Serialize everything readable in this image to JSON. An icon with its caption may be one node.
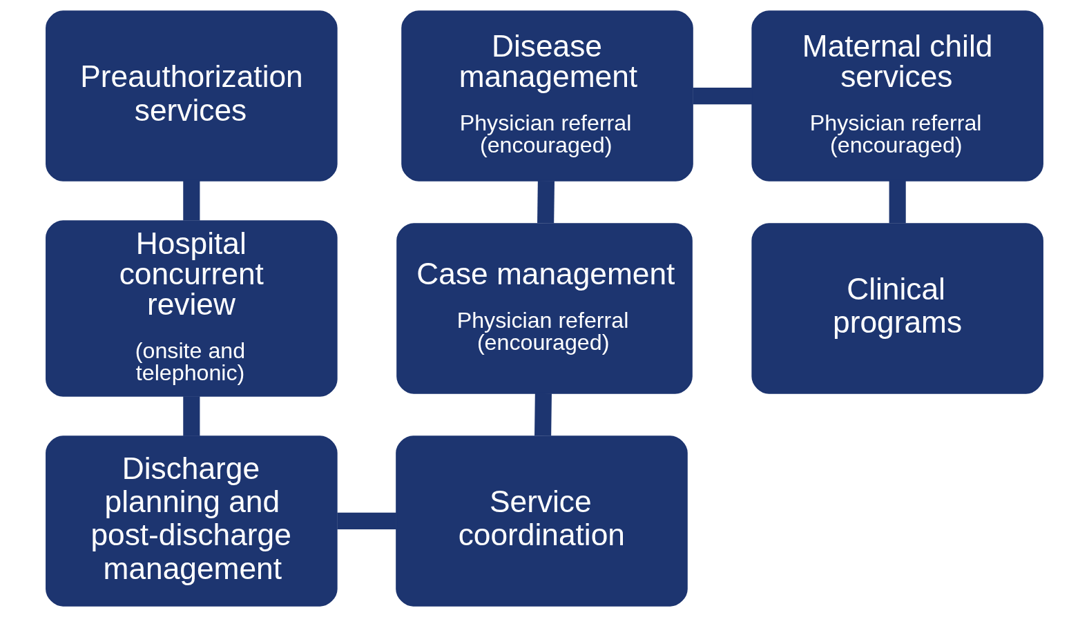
{
  "diagram": {
    "nodes": [
      {
        "text": [
          "Preauthorization services"
        ]
      },
      {
        "text": [
          "Disease management",
          "Physician referral (encouraged)"
        ]
      },
      {
        "text": [
          "Maternal child services",
          "Physician referral (encouraged)"
        ]
      },
      {
        "text": [
          "Hospital concurrent review",
          "(onsite and telephonic)"
        ]
      },
      {
        "text": [
          "Case management",
          "Physician referral (encouraged)"
        ]
      },
      {
        "text": [
          "Clinical programs"
        ]
      },
      {
        "text": [
          "Discharge planning and post-discharge management"
        ]
      },
      {
        "text": [
          "Service coordination"
        ]
      }
    ],
    "edges": [
      {
        "from": 0,
        "to": 3,
        "arrow": "none"
      },
      {
        "from": 3,
        "to": 6,
        "arrow": "none"
      },
      {
        "from": 6,
        "to": 7,
        "arrow": "none"
      },
      {
        "from": 7,
        "to": 4,
        "arrow": "none"
      },
      {
        "from": 4,
        "to": 1,
        "arrow": "none"
      },
      {
        "from": 1,
        "to": 2,
        "arrow": "none"
      },
      {
        "from": 2,
        "to": 5,
        "arrow": "none"
      }
    ]
  }
}
